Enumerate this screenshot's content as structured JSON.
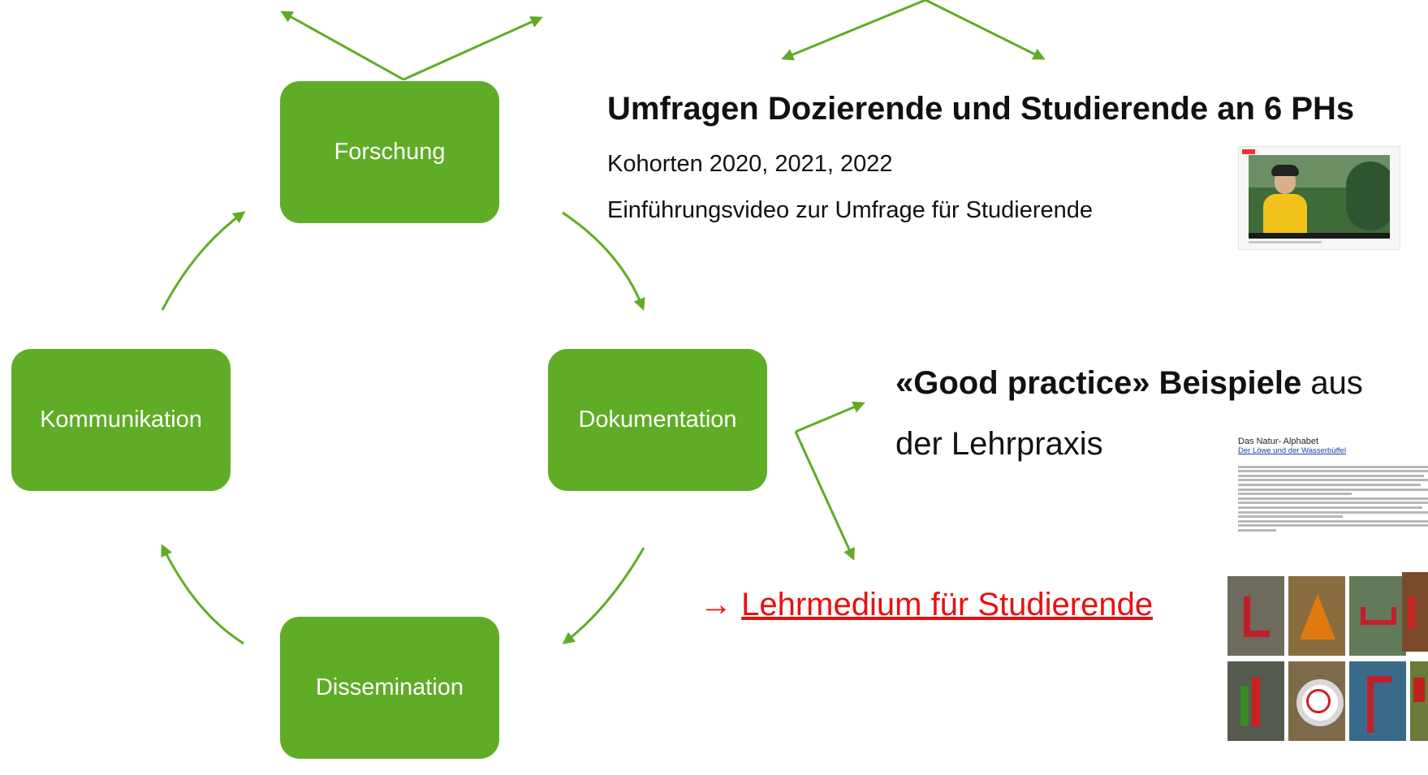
{
  "cycle": {
    "forschung": "Forschung",
    "dokumentation": "Dokumentation",
    "dissemination": "Dissemination",
    "kommunikation": "Kommunikation"
  },
  "survey": {
    "title": "Umfragen Dozierende und Studierende an 6 PHs",
    "cohorts": "Kohorten 2020, 2021, 2022",
    "video": "Einführungsvideo zur Umfrage für Studierende"
  },
  "good_practice": {
    "bold": "«Good practice» Beispiele",
    "rest": " aus",
    "line2": "der Lehrpraxis"
  },
  "teaching_link": {
    "arrow": "→",
    "label": "Lehrmedium für Studierende"
  },
  "doc_thumbnail": {
    "title": "Das Natur- Alphabet",
    "subtitle": "Der Löwe und der Wasserbüffel"
  },
  "colors": {
    "green": "#5fac26",
    "link_red": "#e81010"
  }
}
